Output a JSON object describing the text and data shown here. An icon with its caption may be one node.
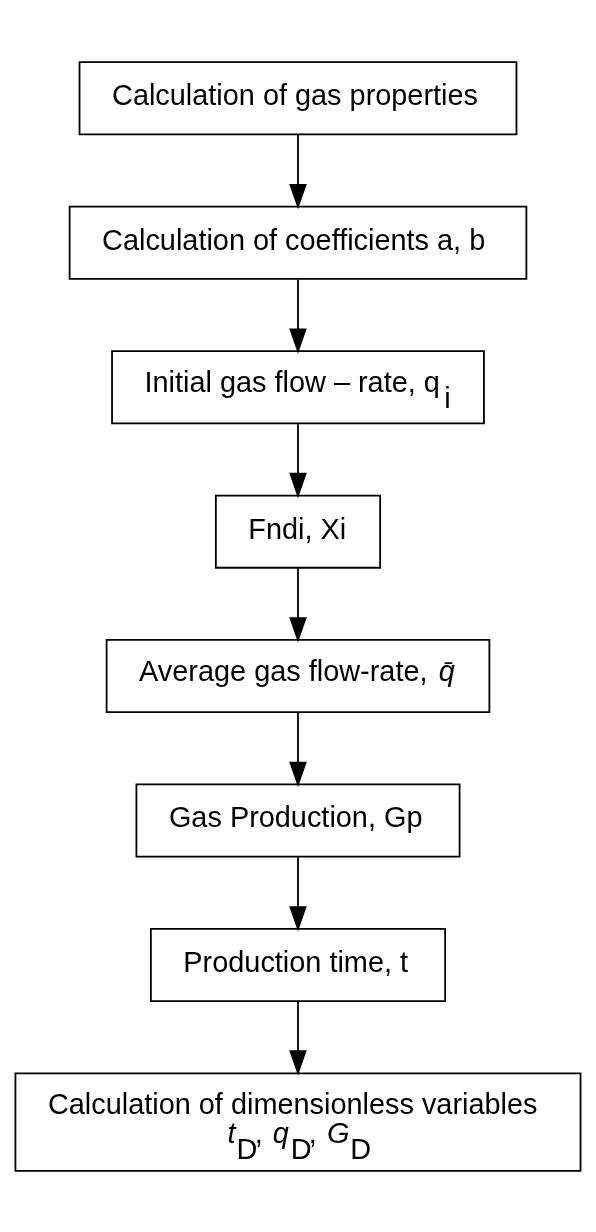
{
  "diagram": {
    "nodes": [
      {
        "text": [
          "Calculation of gas properties"
        ]
      },
      {
        "text": [
          "Calculation of coefficients a, b"
        ]
      },
      {
        "text": [
          "Initial gas flow – rate, q$_{i}$"
        ]
      },
      {
        "text": [
          "Fndi, Xi"
        ]
      },
      {
        "text": [
          "Average gas flow-rate, *q̄*"
        ]
      },
      {
        "text": [
          "Gas Production, Gp"
        ]
      },
      {
        "text": [
          "Production time, t"
        ]
      },
      {
        "text": [
          "Calculation of dimensionless variables",
          "*t*$_{D}$, *q*$_{D}$, *G*$_{D}$"
        ]
      }
    ],
    "edges": [
      {
        "from": 0,
        "to": 1,
        "arrow": "to"
      },
      {
        "from": 1,
        "to": 2,
        "arrow": "to"
      },
      {
        "from": 2,
        "to": 3,
        "arrow": "to"
      },
      {
        "from": 3,
        "to": 4,
        "arrow": "to"
      },
      {
        "from": 4,
        "to": 5,
        "arrow": "to"
      },
      {
        "from": 5,
        "to": 6,
        "arrow": "to"
      },
      {
        "from": 6,
        "to": 7,
        "arrow": "to"
      }
    ]
  }
}
